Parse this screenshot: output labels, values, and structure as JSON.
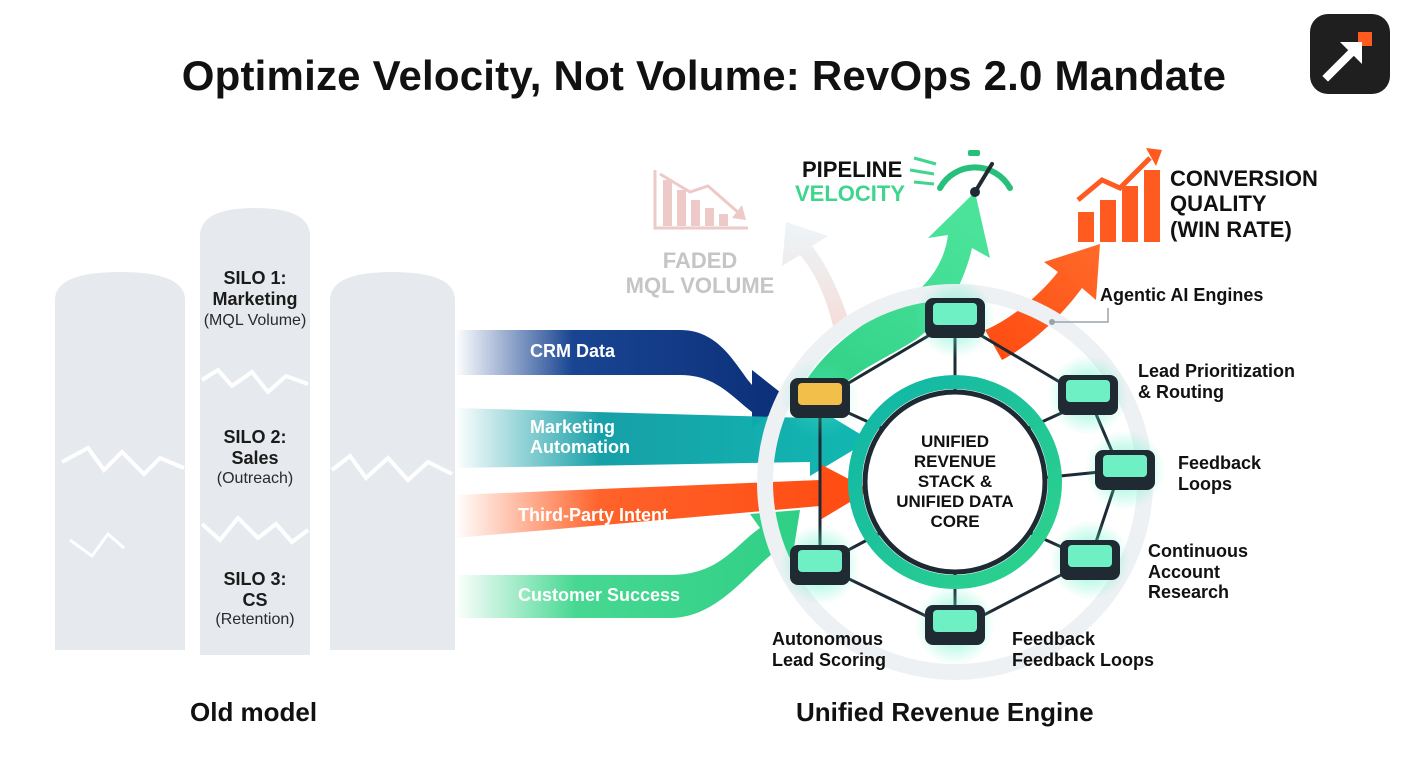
{
  "title": "Optimize Velocity, Not Volume: RevOps 2.0 Mandate",
  "colors": {
    "blue": "#0d3b8c",
    "teal": "#0a9ba3",
    "orange": "#ff5a1f",
    "green": "#3dd68c",
    "silo": "#e6e9ee",
    "faded": "#e8b9b9"
  },
  "old_model": {
    "label": "Old model",
    "silos": [
      {
        "name": "SILO 1:\nMarketing",
        "sub": "(MQL Volume)"
      },
      {
        "name": "SILO 2:\nSales",
        "sub": "(Outreach)"
      },
      {
        "name": "SILO 3:\nCS",
        "sub": "(Retention)"
      }
    ]
  },
  "streams": [
    {
      "label": "CRM Data",
      "color": "#0d3b8c"
    },
    {
      "label": "Marketing\nAutomation",
      "color": "#0a9ba3"
    },
    {
      "label": "Third-Party Intent",
      "color": "#ff5a1f"
    },
    {
      "label": "Customer Success",
      "color": "#3dd68c"
    }
  ],
  "metrics": {
    "faded": "FADED\nMQL VOLUME",
    "velocity_line1": "PIPELINE",
    "velocity_line2": "VELOCITY",
    "conversion": "CONVERSION\nQUALITY\n(WIN RATE)"
  },
  "core": "UNIFIED\nREVENUE\nSTACK &\nUNIFIED DATA\nCORE",
  "nodes": {
    "agentic": "Agentic AI Engines",
    "lead_prioritization": "Lead Prioritization\n& Routing",
    "feedback_loops_right": "Feedback\nLoops",
    "continuous_research": "Continuous\nAccount\nResearch",
    "feedback_loops_bottom": "Feedback\nFeedback Loops",
    "autonomous_scoring": "Autonomous\nLead Scoring"
  },
  "unified": {
    "label": "Unified Revenue Engine"
  }
}
